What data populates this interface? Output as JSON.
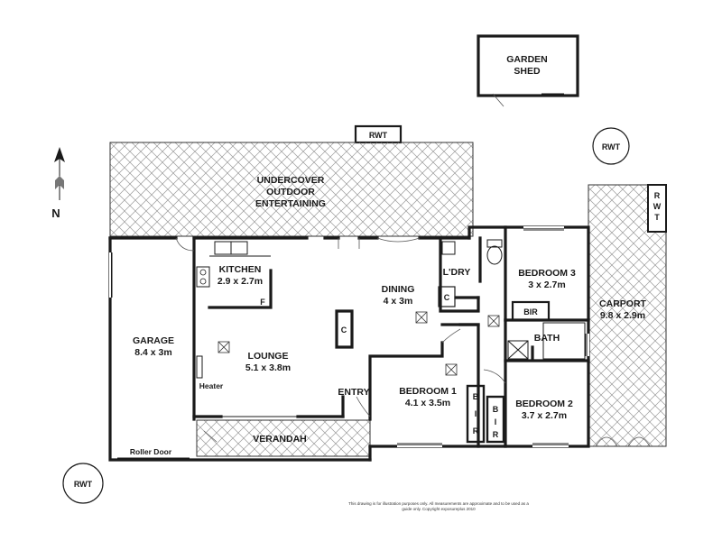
{
  "compass": {
    "north_label": "N"
  },
  "rwt": {
    "top": "RWT",
    "right_circle": "RWT",
    "carport_box": "RWT",
    "bottom_left": "RWT"
  },
  "rooms": {
    "garden_shed": {
      "line1": "GARDEN",
      "line2": "SHED"
    },
    "undercover": {
      "line1": "UNDERCOVER",
      "line2": "OUTDOOR",
      "line3": "ENTERTAINING"
    },
    "kitchen": {
      "name": "KITCHEN",
      "dims": "2.9 x 2.7m",
      "fridge": "F"
    },
    "dining": {
      "name": "DINING",
      "dims": "4 x 3m"
    },
    "laundry": {
      "name": "L'DRY",
      "cupboard": "C"
    },
    "bedroom3": {
      "name": "BEDROOM 3",
      "dims": "3 x 2.7m",
      "bir": "BIR"
    },
    "carport": {
      "name": "CARPORT",
      "dims": "9.8 x 2.9m"
    },
    "garage": {
      "name": "GARAGE",
      "dims": "8.4 x 3m",
      "roller_door": "Roller Door"
    },
    "lounge": {
      "name": "LOUNGE",
      "dims": "5.1 x 3.8m",
      "heater": "Heater",
      "cupboard": "C"
    },
    "bath": {
      "name": "BATH"
    },
    "bedroom1": {
      "name": "BEDROOM 1",
      "dims": "4.1 x 3.5m",
      "bir_b": "B",
      "bir_i": "I",
      "bir_r": "R"
    },
    "bedroom2": {
      "name": "BEDROOM 2",
      "dims": "3.7 x 2.7m",
      "bir_b": "B",
      "bir_i": "I",
      "bir_r": "R"
    },
    "entry": {
      "name": "ENTRY"
    },
    "verandah": {
      "name": "VERANDAH"
    }
  },
  "disclaimer": {
    "line1": "This drawing is for illustration purposes only. All measurements are approximate and to be used as a",
    "line2": "guide only. Copyright exposureplus 2010"
  }
}
